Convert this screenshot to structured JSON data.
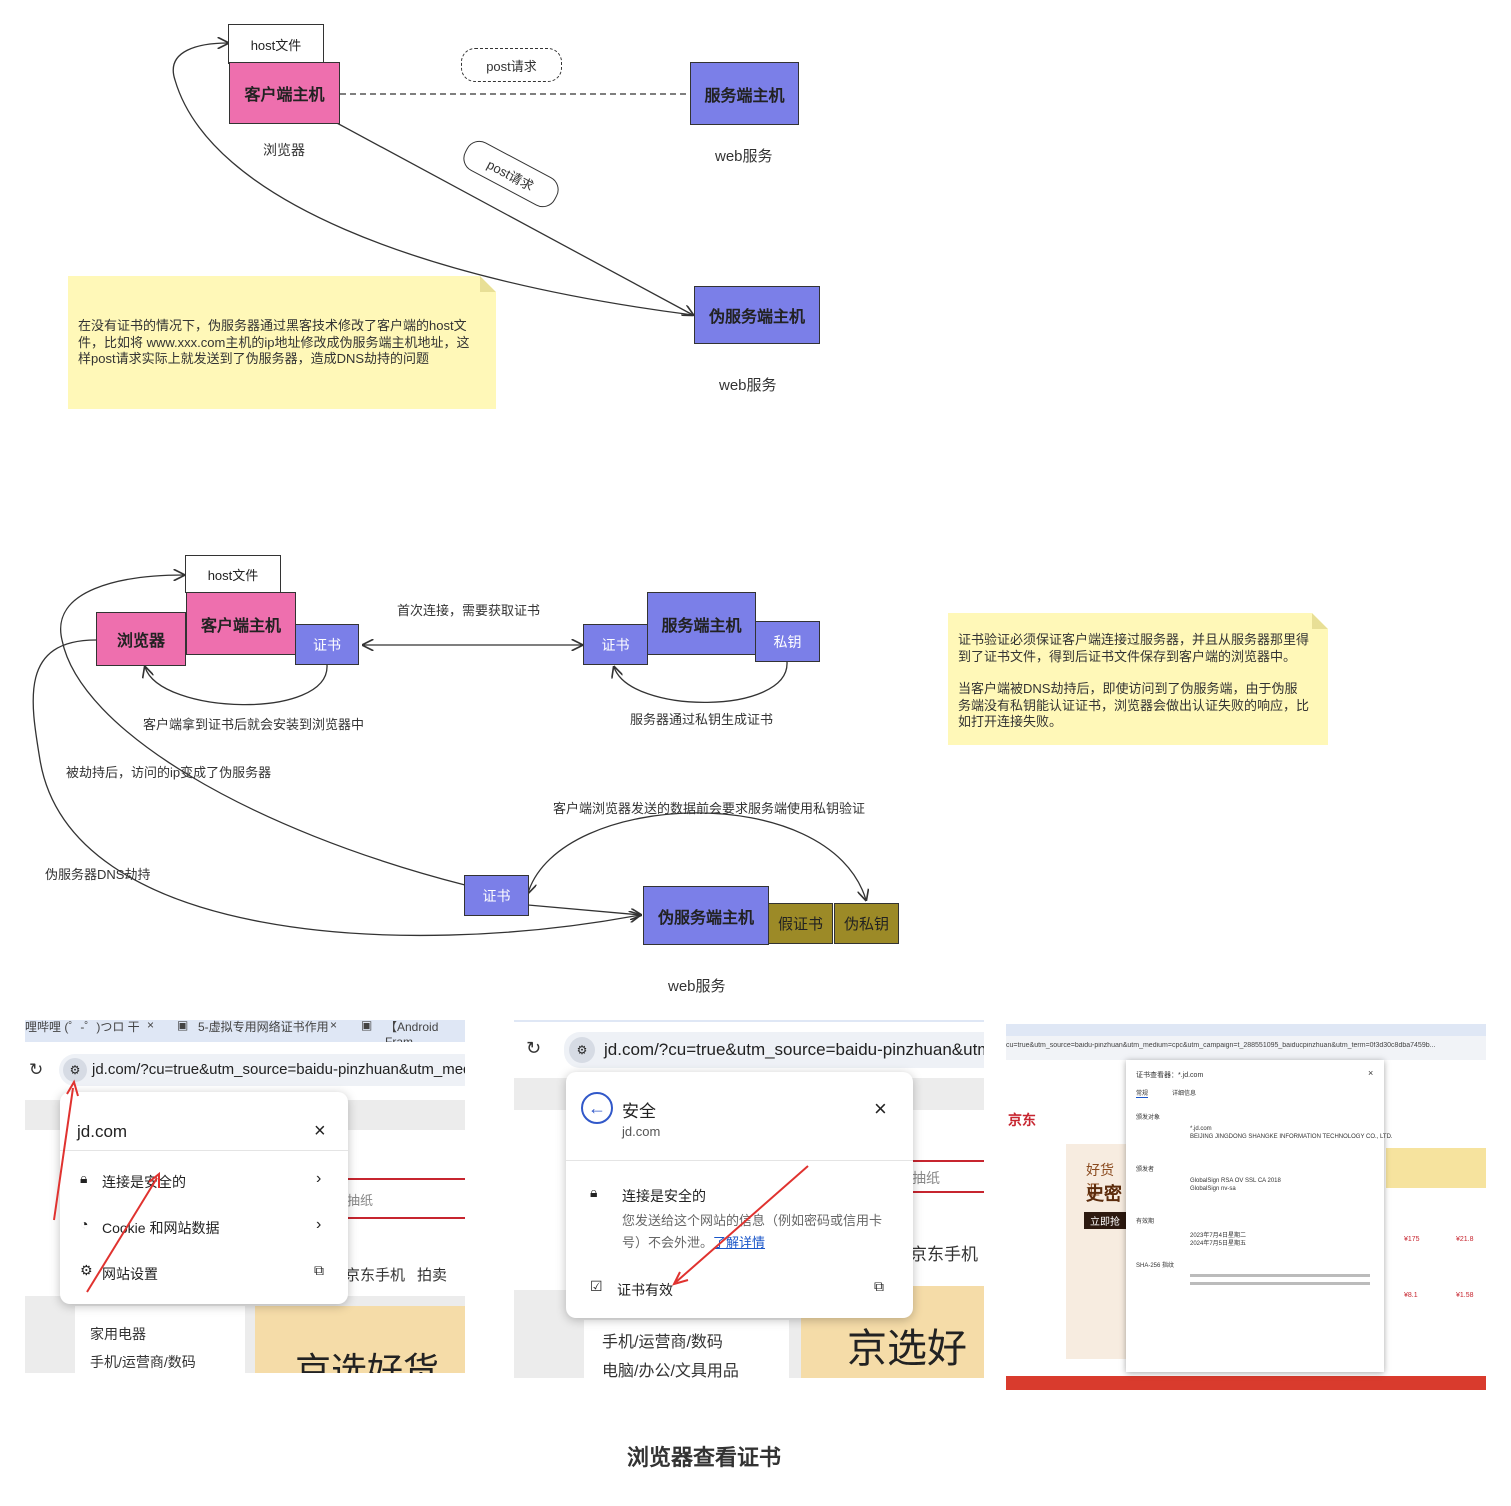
{
  "diagram1": {
    "host_file": "host文件",
    "client_host": "客户端主机",
    "browser": "浏览器",
    "server_host": "服务端主机",
    "web_service": "web服务",
    "post_request_1": "post请求",
    "post_request_2": "post请求",
    "fake_server_host": "伪服务端主机",
    "fake_web_service": "web服务",
    "note": "在没有证书的情况下，伪服务器通过黑客技术修改了客户端的host文件，比如将 www.xxx.com主机的ip地址修改成伪服务端主机地址，这样post请求实际上就发送到了伪服务器，造成DNS劫持的问题"
  },
  "diagram2": {
    "host_file": "host文件",
    "browser": "浏览器",
    "client_host": "客户端主机",
    "cert_client": "证书",
    "first_connect": "首次连接，需要获取证书",
    "cert_server": "证书",
    "server_host": "服务端主机",
    "private_key": "私钥",
    "client_install": "客户端拿到证书后就会安装到浏览器中",
    "server_generate": "服务器通过私钥生成证书",
    "hijacked": "被劫持后，访问的ip变成了伪服务器",
    "verify": "客户端浏览器发送的数据前会要求服务端使用私钥验证",
    "dns_hijack": "伪服务器DNS劫持",
    "cert_mid": "证书",
    "fake_server_host": "伪服务端主机",
    "fake_cert": "假证书",
    "fake_key": "伪私钥",
    "web_service": "web服务",
    "note_p1": "证书验证必须保证客户端连接过服务器，并且从服务器那里得到了证书文件，得到后证书文件保存到客户端的浏览器中。",
    "note_p2": "当客户端被DNS劫持后，即使访问到了伪服务端，由于伪服务端没有私钥能认证证书，浏览器会做出认证失败的响应，比如打开连接失败。"
  },
  "shot1": {
    "tab1": "哩哔哩 (゜-゜)つロ 干",
    "tab2": "5-虚拟专用网络证书作用",
    "tab3": "【Android Fram",
    "url": "jd.com/?cu=true&utm_source=baidu-pinzhuan&utm_medium",
    "site": "jd.com",
    "row_secure": "连接是安全的",
    "row_cookie": "Cookie 和网站数据",
    "row_settings": "网站设置",
    "bg_search": "抽纸",
    "bg_nav1": "京东手机",
    "bg_nav2": "拍卖",
    "bg_cat1": "家用电器",
    "bg_cat2": "手机/运营商/数码",
    "bg_banner": "京选好货"
  },
  "shot2": {
    "url": "jd.com/?cu=true&utm_source=baidu-pinzhuan&utm",
    "title": "安全",
    "site": "jd.com",
    "secure": "连接是安全的",
    "desc_a": "您发送给这个网站的信息（例如密码或信用卡",
    "desc_b": "号）不会外泄。",
    "learn_more": "了解详情",
    "cert_valid": "证书有效",
    "bg_search": "抽纸",
    "bg_nav": "京东手机",
    "bg_cat1": "手机/运营商/数码",
    "bg_cat2": "电脑/办公/文具用品",
    "bg_banner": "京选好"
  },
  "shot3": {
    "url": "cu=true&utm_source=baidu-pinzhuan&utm_medium=cpc&utm_campaign=t_288551095_baiducpinzhuan&utm_term=0f3d30c8dba7459b...",
    "dialog_title": "证书查看器：*.jd.com",
    "tab_general": "常规",
    "tab_details": "详细信息",
    "issued_to": "颁发对象",
    "cn_to": "*.jd.com",
    "org_to": "BEIJING JINGDONG SHANGKE INFORMATION TECHNOLOGY CO., LTD.",
    "issued_by": "颁发者",
    "cn_by": "GlobalSign RSA OV SSL CA 2018",
    "org_by": "GlobalSign nv-sa",
    "validity": "有效期",
    "from": "2023年7月4日星期二",
    "to": "2024年7月5日星期五",
    "fingerprints": "SHA-256 指纹",
    "jd_logo": "京东",
    "price1": "¥175",
    "price2": "¥21.8",
    "price3": "¥8.1",
    "price4": "¥1.58",
    "bg_banner_a": "好货汇",
    "bg_banner_b": "史密",
    "bg_buy": "立即抢"
  },
  "caption": "浏览器查看证书",
  "colors": {
    "pink": "#ee6fae",
    "blue": "#7b7fe8",
    "olive": "#9c8a27",
    "note": "#fff8b8",
    "red_arrow": "#e0322f"
  }
}
